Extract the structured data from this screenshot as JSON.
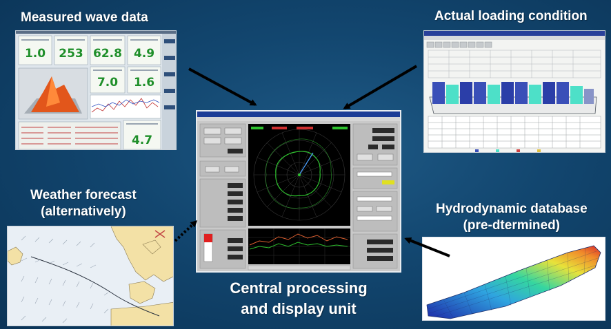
{
  "labels": {
    "measured_wave_data": "Measured wave data",
    "actual_loading_condition": "Actual loading condition",
    "weather_forecast_line1": "Weather forecast",
    "weather_forecast_line2": "(alternatively)",
    "hydrodynamic_database_line1": "Hydrodynamic database",
    "hydrodynamic_database_line2": "(pre-dtermined)",
    "central_unit_line1": "Central processing",
    "central_unit_line2": "and display unit"
  },
  "wave_panel": {
    "values": [
      "1.0",
      "253",
      "62.8",
      "4.9",
      "7.0",
      "1.6",
      "4.7"
    ]
  },
  "colors": {
    "background": "#12466f",
    "caption_text": "#ffffff",
    "value_green": "#1f8f2a",
    "radar_green": "#2ec22e",
    "radar_bg": "#000000"
  }
}
